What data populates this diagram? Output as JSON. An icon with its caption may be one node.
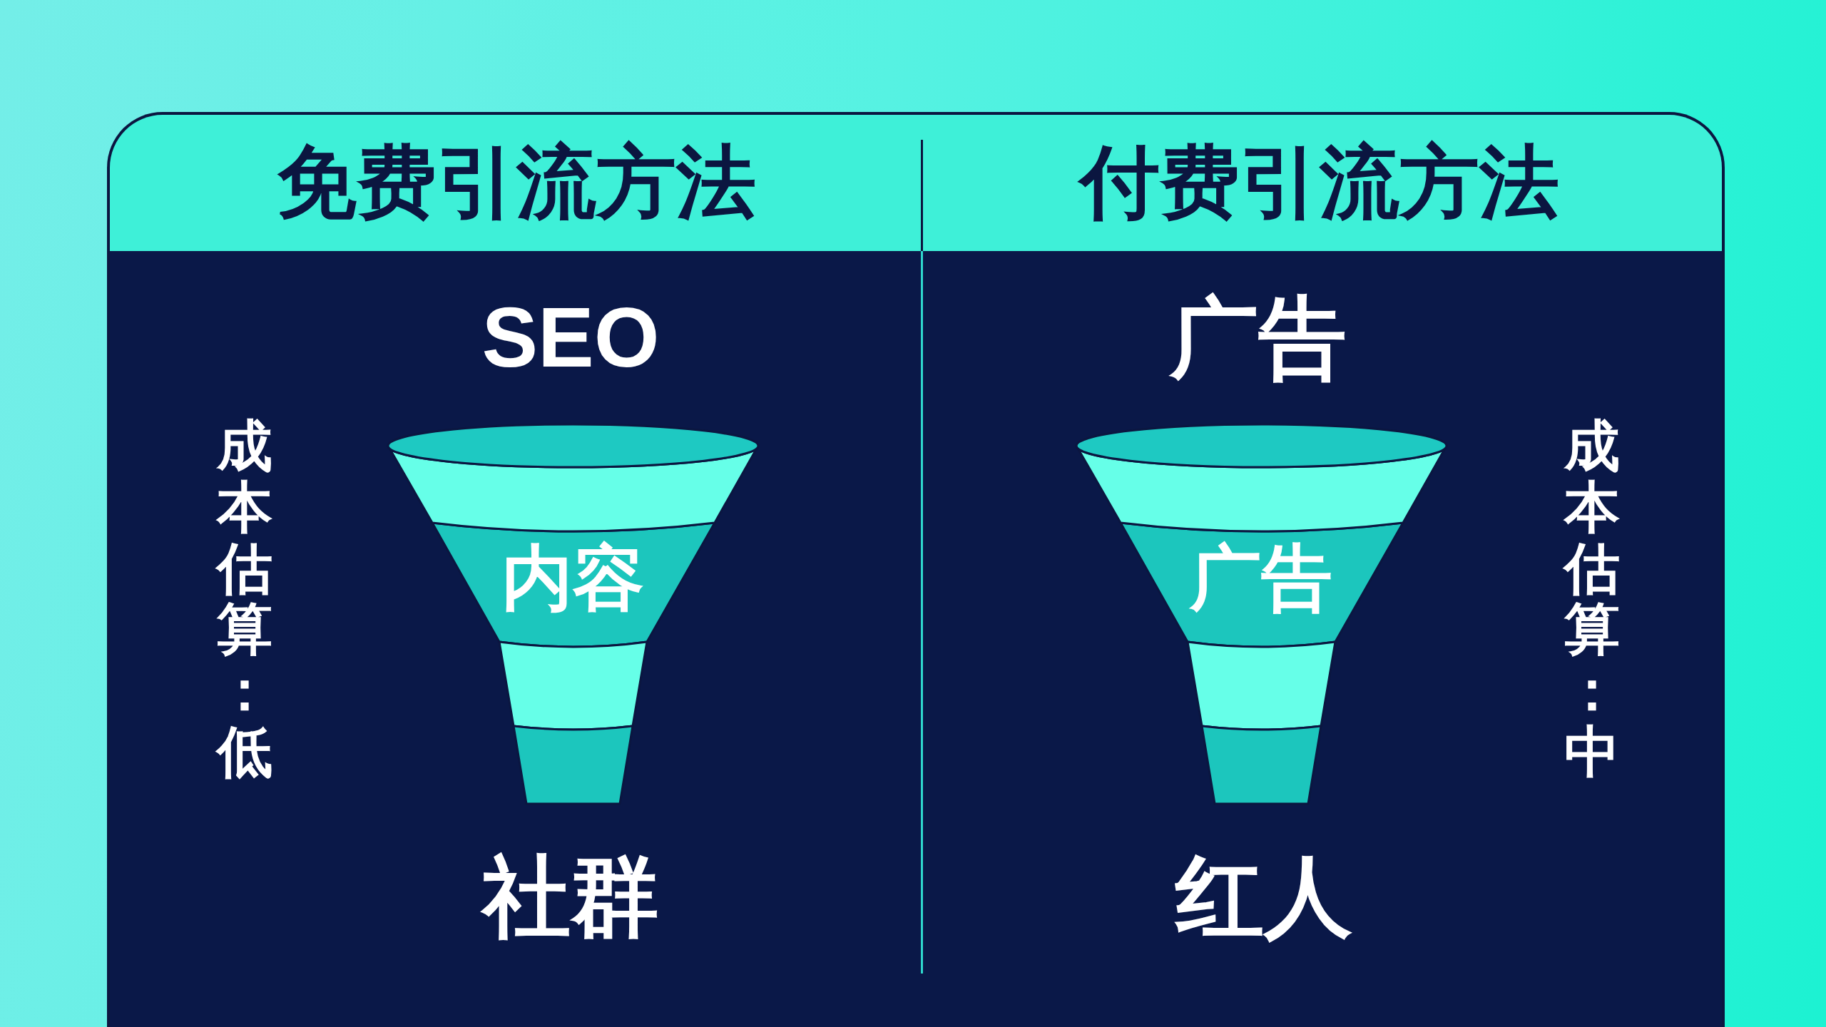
{
  "diagram": {
    "nodes": [
      {
        "text": [
          "免费引流方法",
          "成本估算：低"
        ]
      },
      {
        "text": [
          "内容"
        ],
        "in": 0,
        "beside": [
          "SEO",
          "社群"
        ]
      },
      {
        "text": [
          "付费引流方法",
          "成本估算：中"
        ]
      },
      {
        "text": [
          "广告"
        ],
        "in": 2,
        "beside": [
          "广告",
          "红人"
        ]
      }
    ]
  }
}
